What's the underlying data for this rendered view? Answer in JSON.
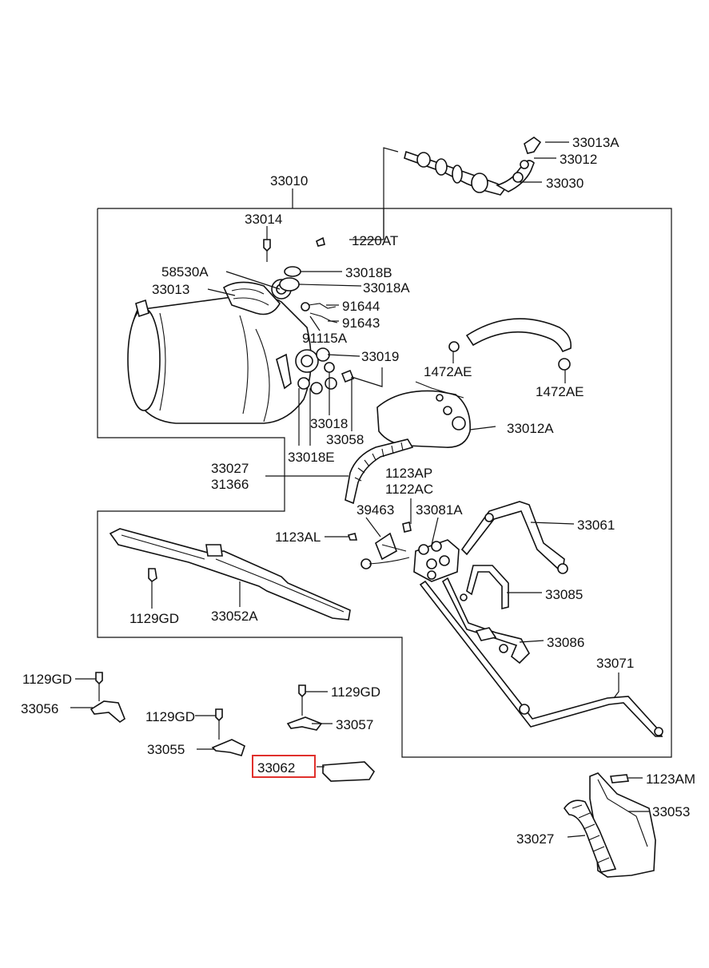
{
  "labels": {
    "p33013A": "33013A",
    "p33012": "33012",
    "p33030": "33030",
    "p33010": "33010",
    "p33014": "33014",
    "p1220AT": "1220AT",
    "p58530A": "58530A",
    "p33013": "33013",
    "p33018B": "33018B",
    "p33018A": "33018A",
    "p91644": "91644",
    "p91643": "91643",
    "p91115A": "91115A",
    "p33019": "33019",
    "p1472AE_a": "1472AE",
    "p1472AE_b": "1472AE",
    "p33018": "33018",
    "p33058": "33058",
    "p33018E": "33018E",
    "p33012A": "33012A",
    "p33027_a": "33027",
    "p31366": "31366",
    "p1123AP": "1123AP",
    "p1122AC": "1122AC",
    "p39463": "39463",
    "p33081A": "33081A",
    "p1123AL": "1123AL",
    "p33061": "33061",
    "p1129GD_a": "1129GD",
    "p33052A": "33052A",
    "p33085": "33085",
    "p33086": "33086",
    "p33071": "33071",
    "p1129GD_b": "1129GD",
    "p33056": "33056",
    "p1129GD_c": "1129GD",
    "p1129GD_d": "1129GD",
    "p33057": "33057",
    "p33055": "33055",
    "p33062": "33062",
    "p1123AM": "1123AM",
    "p33053": "33053",
    "p33027_b": "33027"
  },
  "highlight": {
    "part": "33062",
    "color": "#e0302c"
  }
}
